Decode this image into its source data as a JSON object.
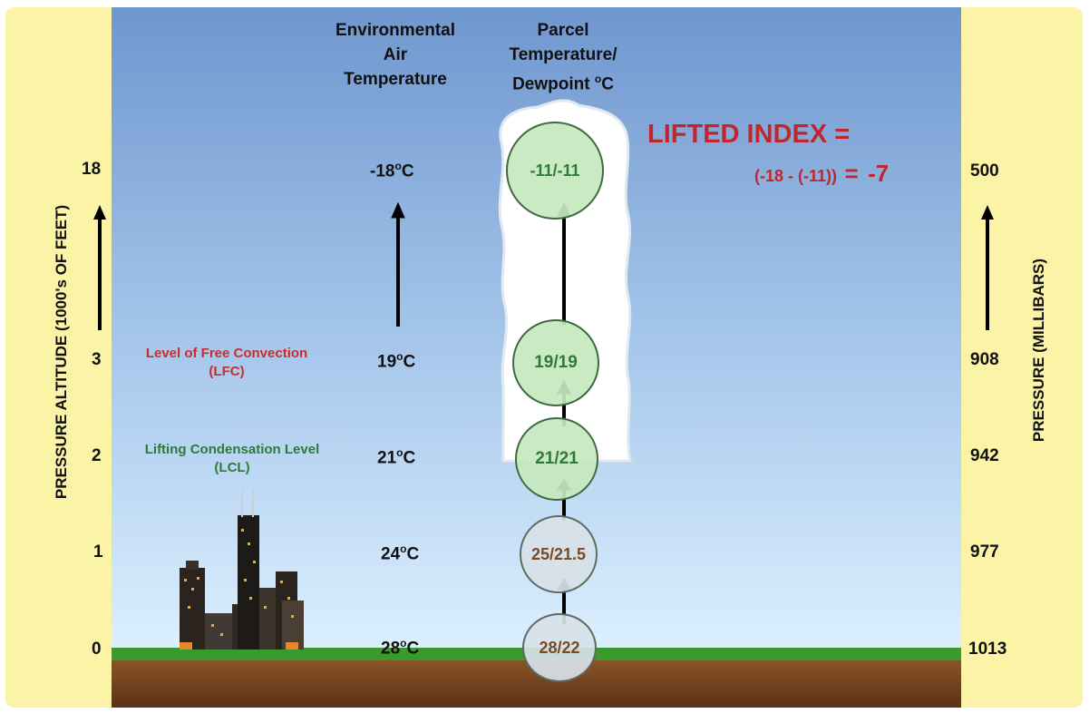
{
  "headers": {
    "environmental": [
      "Environmental",
      "Air",
      "Temperature"
    ],
    "parcel": [
      "Parcel",
      "Temperature/",
      "Dewpoint "
    ],
    "parcel_unit_sup": "o",
    "parcel_unit": "C"
  },
  "lifted_index": {
    "title": "LIFTED INDEX =",
    "formula": "(-18 - (-11))",
    "equals": "=",
    "result": "-7"
  },
  "left_axis": {
    "label": "PRESSURE ALTITUDE  (1000's OF FEET)",
    "ticks": [
      "18",
      "3",
      "2",
      "1",
      "0"
    ]
  },
  "right_axis": {
    "label": "PRESSURE  (MILLIBARS)",
    "ticks": [
      "500",
      "908",
      "942",
      "977",
      "1013"
    ]
  },
  "levels": {
    "lfc_name": "Level of Free Convection",
    "lfc_abbr": "(LFC)",
    "lcl_name": "Lifting Condensation Level",
    "lcl_abbr": "(LCL)"
  },
  "env_temps": [
    "-18",
    "19",
    "21",
    "24",
    "28"
  ],
  "temp_sup": "o",
  "temp_unit": "C",
  "parcel_values": [
    "-11/-11",
    "19/19",
    "21/21",
    "25/21.5",
    "28/22"
  ],
  "colors": {
    "frame": "#fbf3a6",
    "sky_top": "#6f97cf",
    "sky_bottom": "#d9efff",
    "ground_green": "#3a9a2e",
    "soil": "#6b3d1d",
    "lifted_index": "#c0272d",
    "lfc": "#cc2b2b",
    "lcl": "#2f7a3a",
    "parcel_dry_text": "#7a4a22",
    "parcel_moist_text": "#2f7a3a"
  }
}
